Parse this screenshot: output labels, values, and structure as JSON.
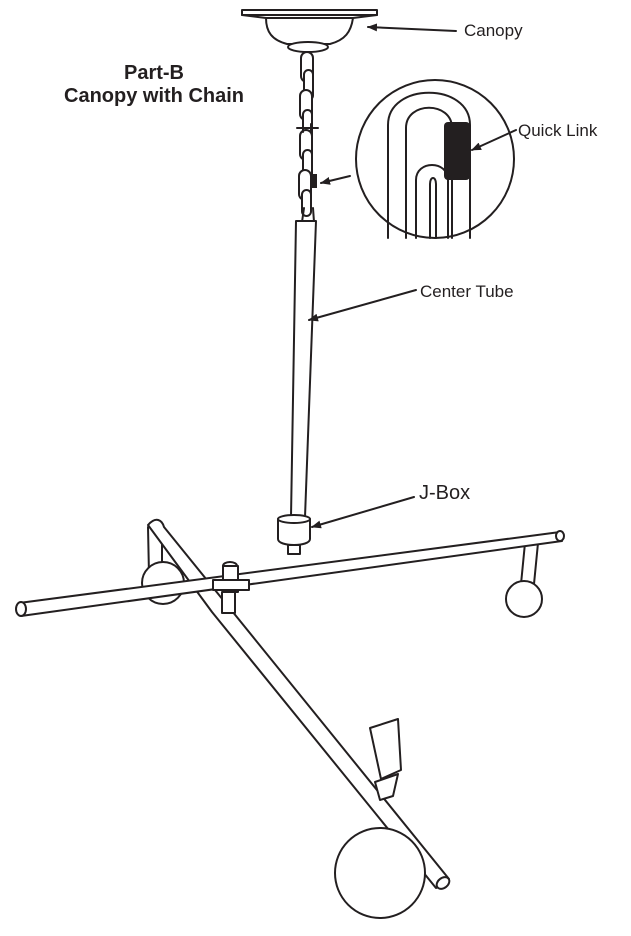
{
  "title": {
    "line1": "Part-B",
    "line2": "Canopy with Chain"
  },
  "labels": {
    "canopy": "Canopy",
    "quick_link": "Quick Link",
    "center_tube": "Center Tube",
    "j_box": "J-Box"
  },
  "colors": {
    "ink": "#231f20",
    "background": "#ffffff"
  }
}
